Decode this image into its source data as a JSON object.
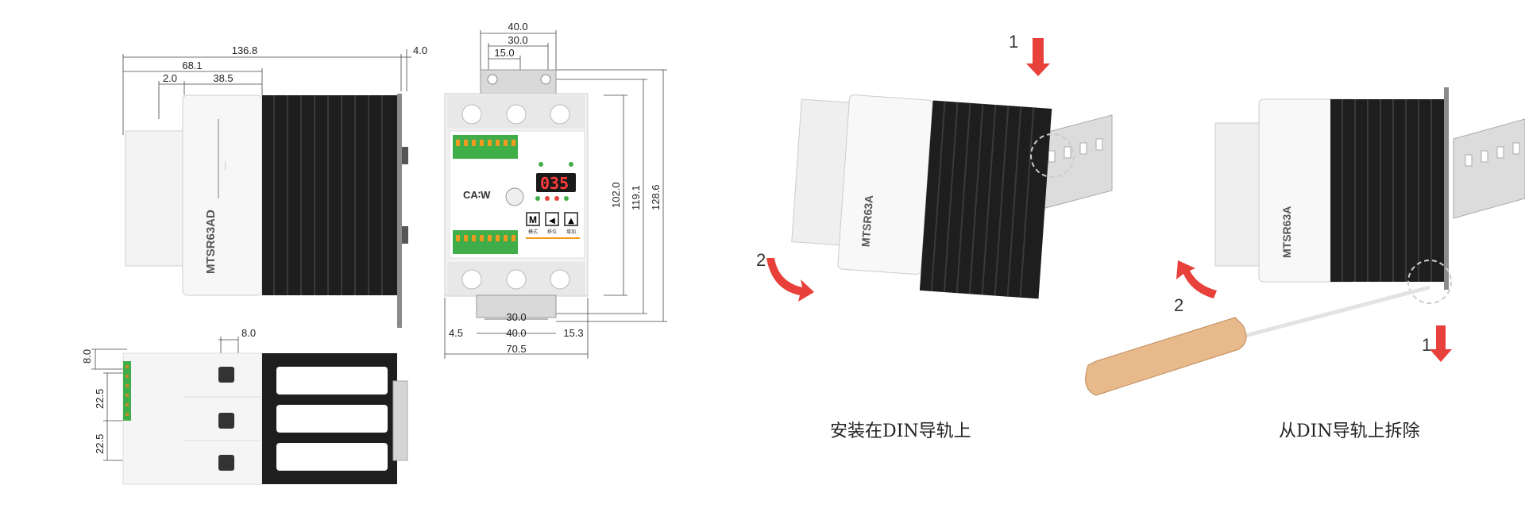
{
  "dimensions": {
    "side": {
      "total_width": "136.8",
      "flange": "4.0",
      "body_to_heatsink": "68.1",
      "offset": "2.0",
      "module_width": "38.5"
    },
    "front": {
      "top_outer": "40.0",
      "top_mid": "30.0",
      "top_inner": "15.0",
      "height_inner": "102.0",
      "height_mid": "119.1",
      "height_total": "128.6",
      "bottom_mid": "30.0",
      "bottom_outer": "40.0",
      "left_offset": "4.5",
      "right_offset": "15.3",
      "total_width": "70.5"
    },
    "bottom": {
      "pitch_top": "8.0",
      "left_top": "8.0",
      "spacing_1": "22.5",
      "spacing_2": "22.5"
    }
  },
  "device": {
    "model": "MTSR63AD",
    "model_alt": "MTSR63A",
    "brand": "CA∶W",
    "display": "035",
    "buttons": [
      "M",
      "◀",
      "▲"
    ],
    "button_labels": [
      "模式",
      "移位",
      "增加"
    ]
  },
  "installation": {
    "install_caption": "安装在DIN导轨上",
    "remove_caption": "从DIN导轨上拆除",
    "install_steps": [
      "1",
      "2"
    ],
    "remove_steps": [
      "1",
      "2"
    ]
  },
  "colors": {
    "heatsink": "#1e1e1e",
    "terminal_green": "#3fae49",
    "terminal_orange": "#f39a1e",
    "arrow_red": "#e8403a",
    "handle": "#e8b98a"
  }
}
